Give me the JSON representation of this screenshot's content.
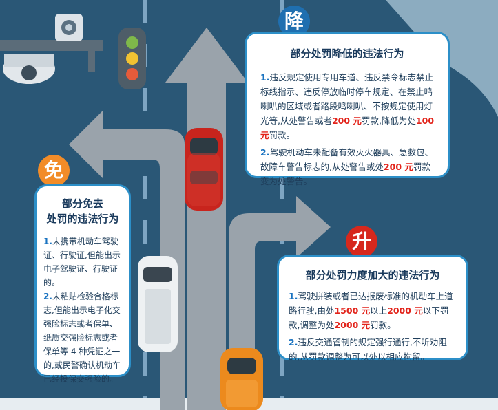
{
  "colors": {
    "background": "#2f5f7d",
    "card_border": "#2c8fc8",
    "highlight": "#e2231a",
    "badge_reduce": "#1f6fb0",
    "badge_exempt": "#f28c28",
    "badge_increase": "#d6281d"
  },
  "icons": [
    "traffic-camera",
    "traffic-light",
    "red-car",
    "white-van",
    "orange-car",
    "road-arrows"
  ],
  "reduce": {
    "badge": "降",
    "title": "部分处罚降低的违法行为",
    "item1": {
      "num": "1.",
      "text_a": "违反规定使用专用车道、违反禁令标志禁止标线指示、违反停放临时停车规定、在禁止鸣喇叭的区域或者路段鸣喇叭、不按规定使用灯光等,从处警告或者",
      "amount_a": "200 元",
      "text_b": "罚款,降低为处",
      "amount_b": "100 元",
      "text_c": "罚款。"
    },
    "item2": {
      "num": "2.",
      "text_a": "驾驶机动车未配备有效灭火器具、急救包、故障车警告标志的,从处警告或处",
      "amount_a": "200 元",
      "text_b": "罚款变为处警告。"
    }
  },
  "exempt": {
    "badge": "免",
    "title_line1": "部分免去",
    "title_line2": "处罚的违法行为",
    "item1": {
      "num": "1.",
      "text": "未携带机动车驾驶证、行驶证,但能出示电子驾驶证、行驶证的。"
    },
    "item2": {
      "num": "2.",
      "text": "未粘贴检验合格标志,但能出示电子化交强险标志或者保单、纸质交强险标志或者保单等 4 种凭证之一的,或民警确认机动车已经投保交强险的。"
    }
  },
  "increase": {
    "badge": "升",
    "title": "部分处罚力度加大的违法行为",
    "item1": {
      "num": "1.",
      "text_a": "驾驶拼装或者已达报废标准的机动车上道路行驶,由处",
      "amount_a": "1500 元",
      "text_b": "以上",
      "amount_b": "2000 元",
      "text_c": "以下罚款,调整为处",
      "amount_c": "2000 元",
      "text_d": "罚款。"
    },
    "item2": {
      "num": "2.",
      "text": "违反交通管制的规定强行通行,不听劝阻的,从罚款调整为可以处以相应拘留。"
    }
  }
}
